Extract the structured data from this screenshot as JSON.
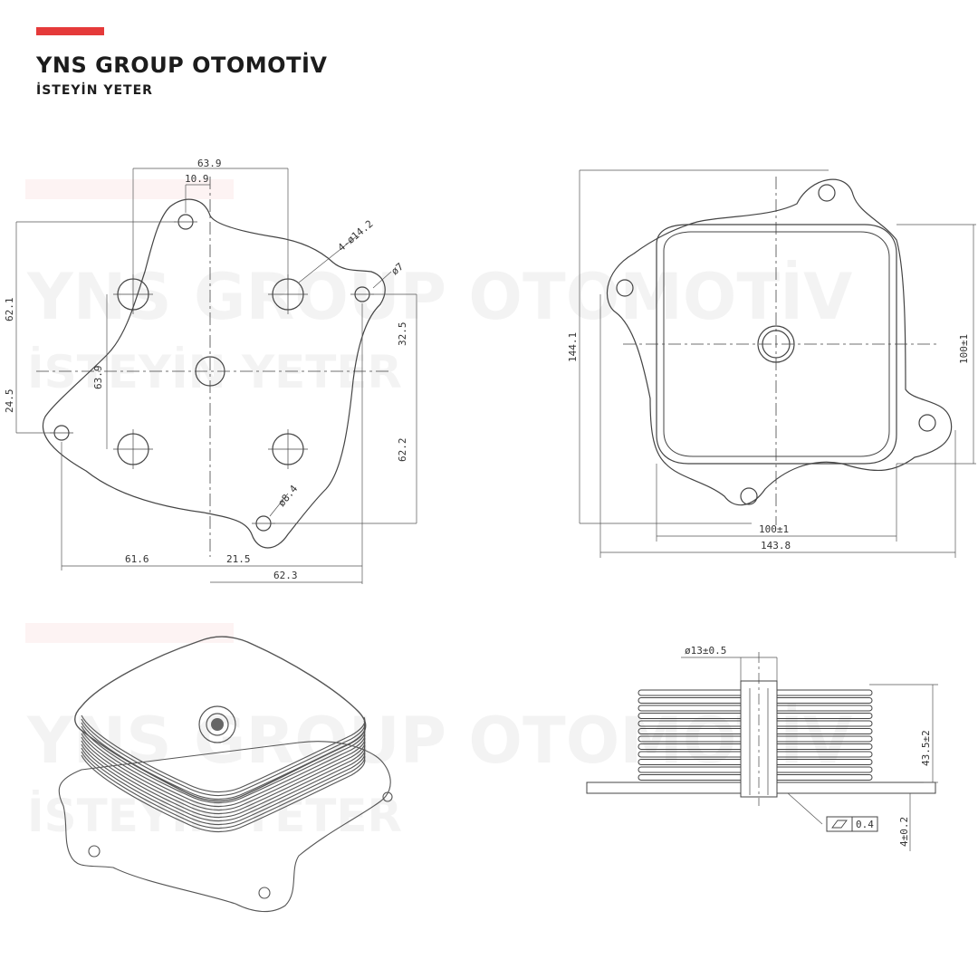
{
  "brand": {
    "name": "YNS GROUP OTOMOTİV",
    "tagline": "İSTEYİN YETER",
    "accent_color": "#e53a3a"
  },
  "watermark": {
    "line1": "YNS GROUP OTOMOTİV",
    "line2": "İSTEYİN YETER"
  },
  "front_view": {
    "dim_width_top": "63.9",
    "dim_offset_top": "10.9",
    "dim_hole_large": "4-ø14.2",
    "dim_hole_small": "ø7",
    "dim_left_height": "62.1",
    "dim_inner_height": "63.9",
    "dim_left_lower": "24.5",
    "dim_right_upper": "32.5",
    "dim_right_lower": "62.2",
    "dim_hole_bottom": "ø8.4",
    "dim_bottom_left": "61.6",
    "dim_bottom_mid": "21.5",
    "dim_bottom_right": "62.3"
  },
  "back_view": {
    "dim_height": "144.1",
    "dim_inner_height": "100±1",
    "dim_inner_width": "100±1",
    "dim_width": "143.8"
  },
  "side_view": {
    "dim_bore": "ø13±0.5",
    "dim_height": "43.5±2",
    "dim_flatness": "0.4",
    "dim_plate": "4±0.2"
  }
}
